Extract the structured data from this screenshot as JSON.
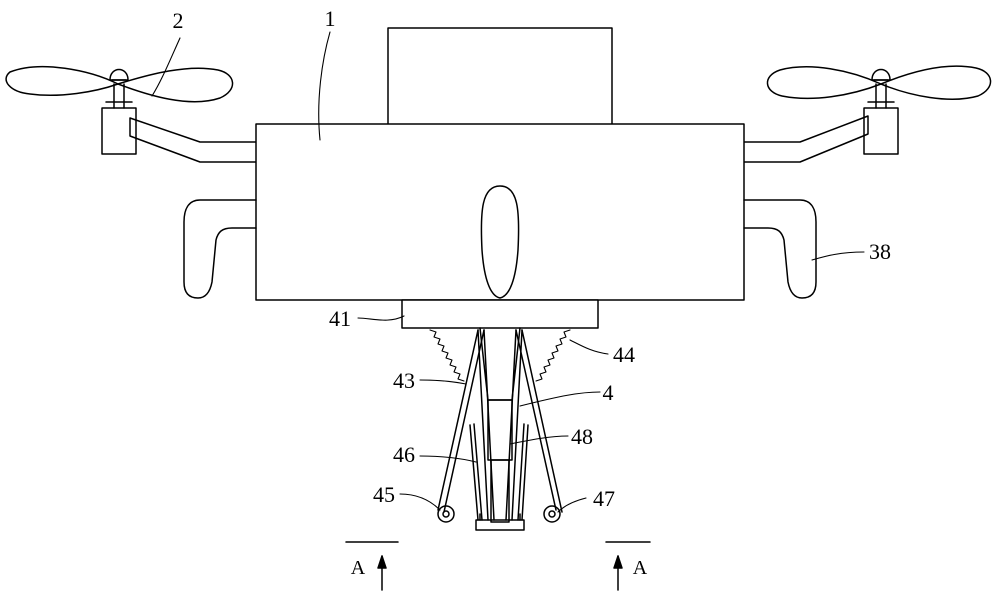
{
  "reference_labels": {
    "body": "1",
    "propeller": "2",
    "landing_leg": "38",
    "mount_block": "41",
    "assembly": "4",
    "rod": "43",
    "spring": "44",
    "wheel": "45",
    "link_bar": "46",
    "foot_plate": "47",
    "telescopic_rod": "48"
  },
  "section_marks": {
    "left": "A",
    "right": "A"
  }
}
